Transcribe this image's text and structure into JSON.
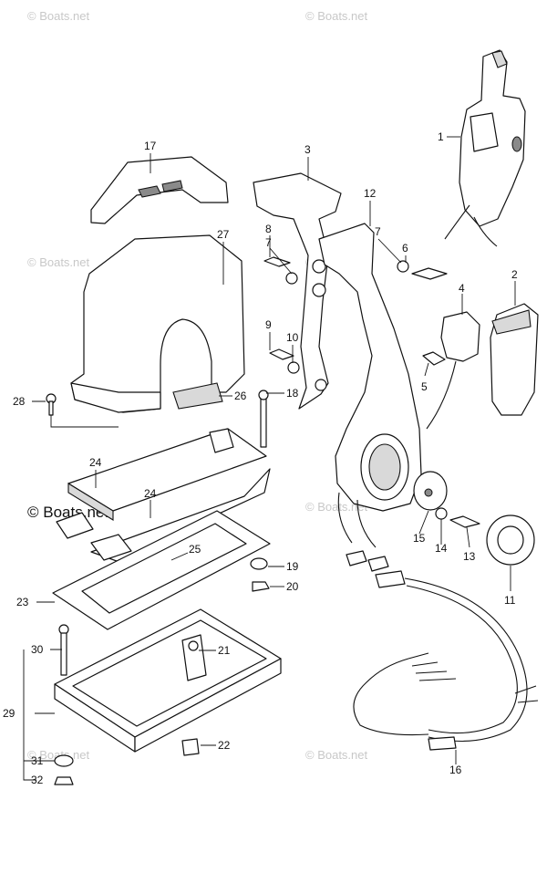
{
  "watermark": {
    "text": "© Boats.net",
    "main_text": "© Boats.net"
  },
  "callouts": [
    {
      "id": "c1",
      "label": "1"
    },
    {
      "id": "c2",
      "label": "2"
    },
    {
      "id": "c3",
      "label": "3"
    },
    {
      "id": "c4",
      "label": "4"
    },
    {
      "id": "c5",
      "label": "5"
    },
    {
      "id": "c6",
      "label": "6"
    },
    {
      "id": "c7a",
      "label": "7"
    },
    {
      "id": "c7b",
      "label": "7"
    },
    {
      "id": "c8",
      "label": "8"
    },
    {
      "id": "c9",
      "label": "9"
    },
    {
      "id": "c10",
      "label": "10"
    },
    {
      "id": "c11",
      "label": "11"
    },
    {
      "id": "c12",
      "label": "12"
    },
    {
      "id": "c13",
      "label": "13"
    },
    {
      "id": "c14",
      "label": "14"
    },
    {
      "id": "c15",
      "label": "15"
    },
    {
      "id": "c16",
      "label": "16"
    },
    {
      "id": "c17",
      "label": "17"
    },
    {
      "id": "c18",
      "label": "18"
    },
    {
      "id": "c19",
      "label": "19"
    },
    {
      "id": "c20",
      "label": "20"
    },
    {
      "id": "c21",
      "label": "21"
    },
    {
      "id": "c22",
      "label": "22"
    },
    {
      "id": "c23",
      "label": "23"
    },
    {
      "id": "c24a",
      "label": "24"
    },
    {
      "id": "c24b",
      "label": "24"
    },
    {
      "id": "c25",
      "label": "25"
    },
    {
      "id": "c26",
      "label": "26"
    },
    {
      "id": "c27",
      "label": "27"
    },
    {
      "id": "c28",
      "label": "28"
    },
    {
      "id": "c29",
      "label": "29"
    },
    {
      "id": "c30",
      "label": "30"
    },
    {
      "id": "c31",
      "label": "31"
    },
    {
      "id": "c32",
      "label": "32"
    }
  ]
}
